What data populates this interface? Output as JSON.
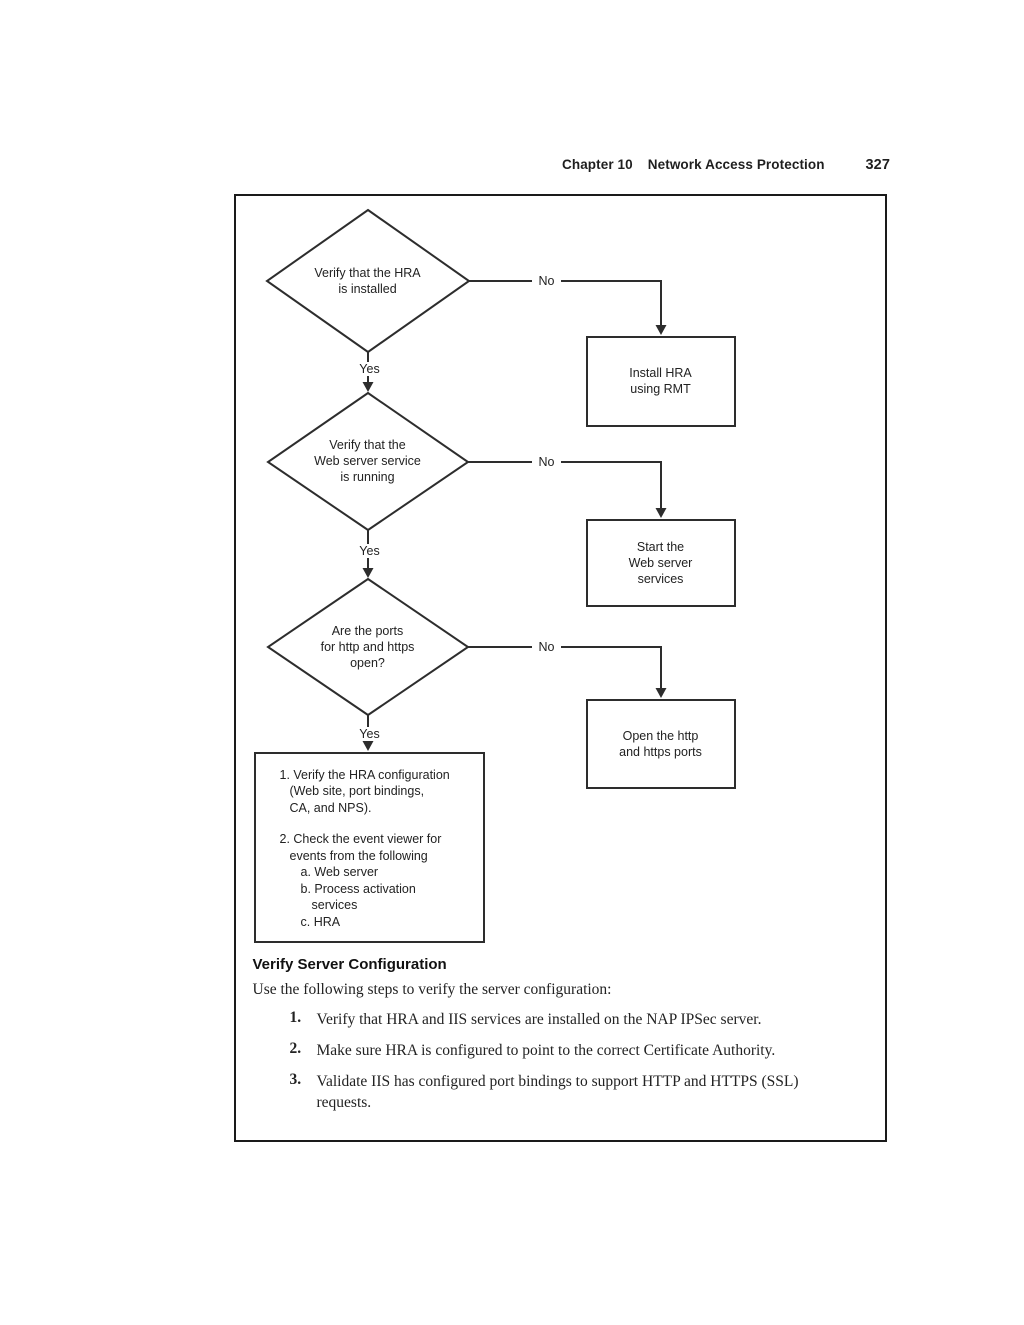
{
  "header": {
    "chapter": "Chapter 10",
    "title": "Network Access Protection",
    "page_number": "327"
  },
  "flowchart": {
    "labels": {
      "yes": "Yes",
      "no": "No"
    },
    "decisions": [
      {
        "lines": [
          "Verify that the HRA",
          "is installed"
        ]
      },
      {
        "lines": [
          "Verify that the",
          "Web server service",
          "is running"
        ]
      },
      {
        "lines": [
          "Are the ports",
          "for http and https",
          "open?"
        ]
      }
    ],
    "actions": [
      {
        "lines": [
          "Install HRA",
          "using RMT"
        ]
      },
      {
        "lines": [
          "Start the",
          "Web server",
          "services"
        ]
      },
      {
        "lines": [
          "Open the http",
          "and https ports"
        ]
      }
    ],
    "result": {
      "lines": [
        "1. Verify the HRA configuration",
        "(Web site, port bindings,",
        "CA, and NPS).",
        "2. Check the event viewer for",
        "events from the following",
        "a. Web server",
        "b. Process activation",
        "services",
        "c. HRA"
      ]
    }
  },
  "section": {
    "heading": "Verify Server Configuration",
    "intro": "Use the following steps to verify the server configuration:",
    "steps": [
      {
        "number": "1.",
        "text": "Verify that HRA and IIS services are installed on the NAP IPSec server."
      },
      {
        "number": "2.",
        "text": "Make sure HRA is configured to point to the correct Certificate Authority."
      },
      {
        "number": "3.",
        "text": "Validate IIS has configured port bindings to support HTTP and HTTPS (SSL) requests."
      }
    ]
  },
  "colors": {
    "ink": "#1f1f1f",
    "line": "#2d2d2d",
    "paper": "#ffffff"
  }
}
